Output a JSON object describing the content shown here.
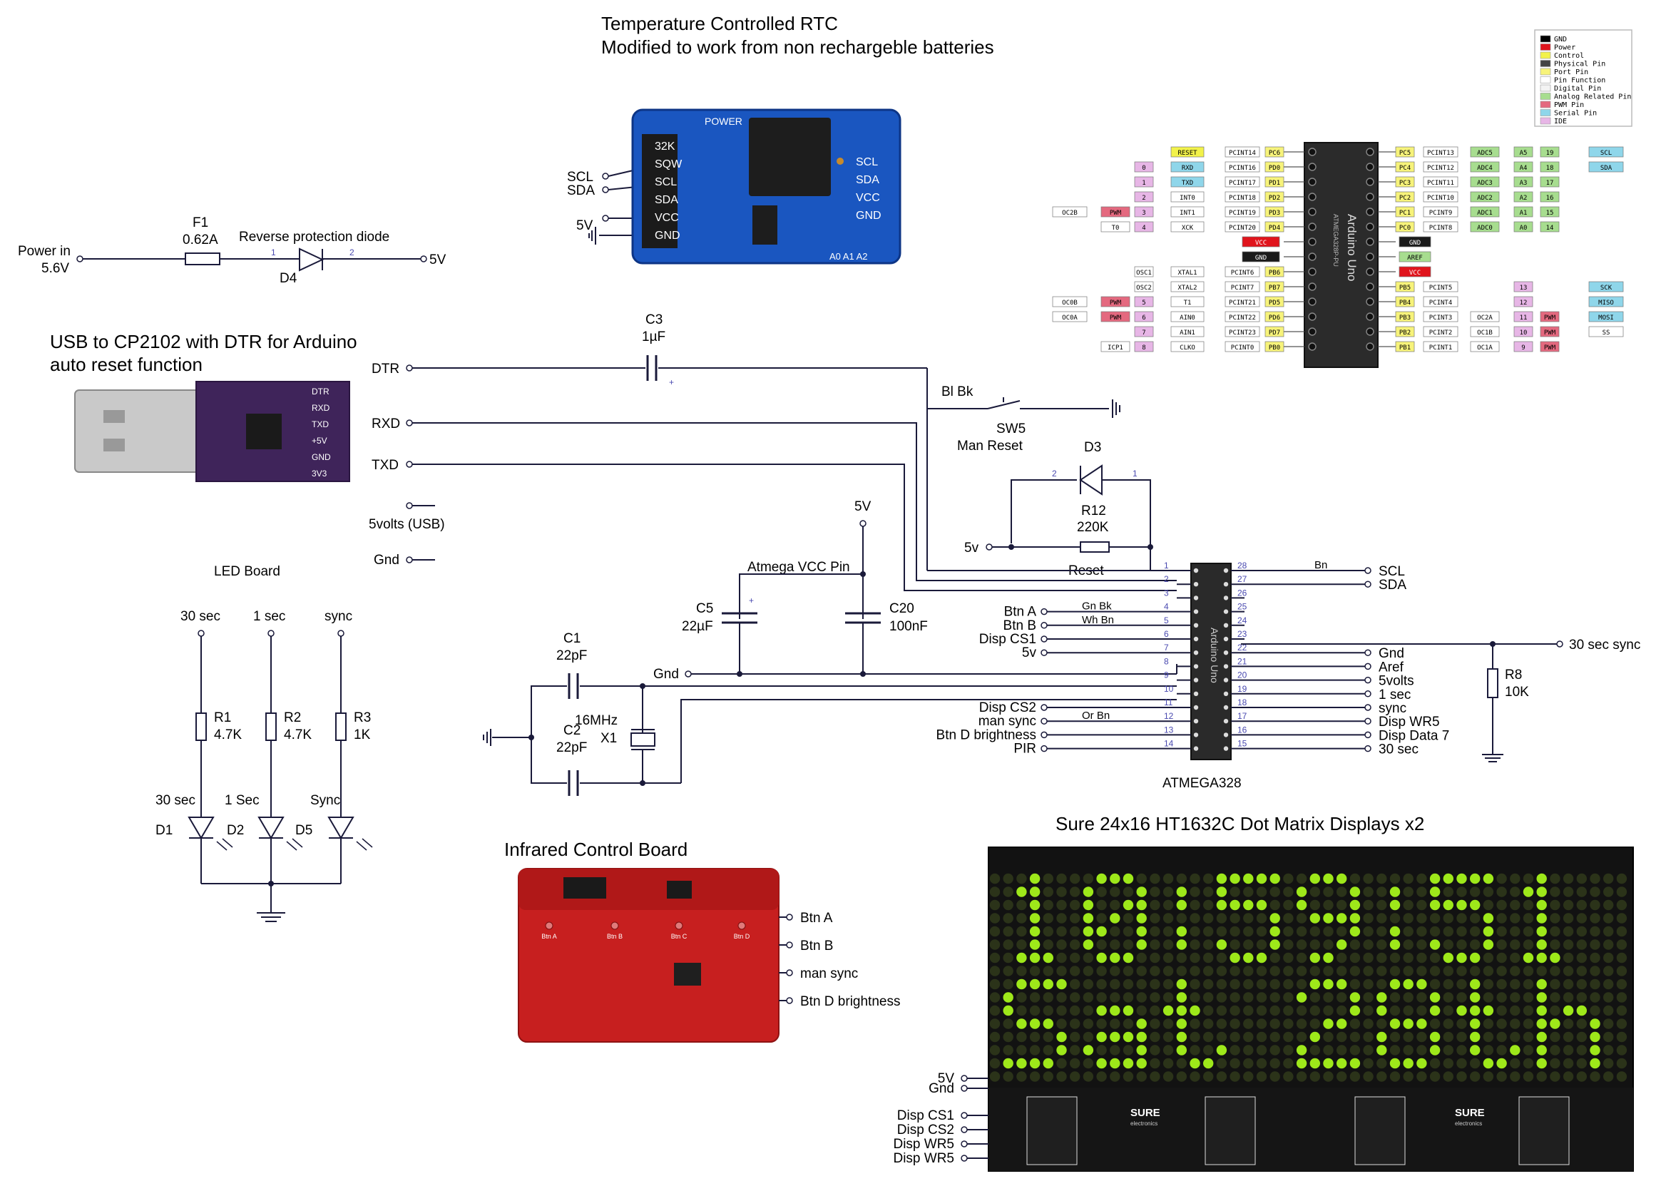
{
  "titles": {
    "rtc_line1": "Temperature Controlled RTC",
    "rtc_line2": "Modified to work from non rechargeble batteries",
    "usb_line1": "USB to CP2102 with DTR for Arduino",
    "usb_line2": "auto reset function",
    "led_board": "LED Board",
    "ir_board": "Infrared Control Board",
    "display": "Sure 24x16 HT1632C Dot Matrix Displays x2",
    "mcu": "ATMEGA328"
  },
  "power": {
    "in_line1": "Power in",
    "in_line2": "5.6V",
    "fuse_ref": "F1",
    "fuse_val": "0.62A",
    "diode_desc": "Reverse protection diode",
    "diode_ref": "D4",
    "pin1": "1",
    "pin2": "2",
    "out": "5V"
  },
  "rtc": {
    "nets": [
      "SCL",
      "SDA",
      "5V"
    ],
    "board_pins_left": [
      "32K",
      "SQW",
      "SCL",
      "SDA",
      "VCC",
      "GND"
    ],
    "board_pins_right": [
      "SCL",
      "SDA",
      "VCC",
      "GND"
    ],
    "power_label": "POWER",
    "addr_label": "A0 A1 A2"
  },
  "usb": {
    "nets": [
      "DTR",
      "RXD",
      "TXD",
      "5volts (USB)",
      "Gnd"
    ],
    "board_pins": [
      "DTR",
      "RXD",
      "TXD",
      "+5V",
      "GND",
      "3V3"
    ]
  },
  "reset": {
    "c3_ref": "C3",
    "c3_val": "1µF",
    "plus": "+",
    "net_color": "Bl Bk",
    "sw_ref": "SW5",
    "sw_desc": "Man Reset",
    "d3_ref": "D3",
    "d3_pin2": "2",
    "d3_pin1": "1",
    "r12_ref": "R12",
    "r12_val": "220K",
    "v5": "5v",
    "reset_label": "Reset"
  },
  "supply": {
    "v5": "5V",
    "vcc_pin": "Atmega VCC Pin",
    "c5_ref": "C5",
    "c5_val": "22µF",
    "c20_ref": "C20",
    "c20_val": "100nF",
    "gnd": "Gnd"
  },
  "crystal": {
    "c1_ref": "C1",
    "c1_val": "22pF",
    "c2_ref": "C2",
    "c2_val": "22pF",
    "x1_freq": "16MHz",
    "x1_ref": "X1"
  },
  "mcu": {
    "chip_text": "Arduino Uno",
    "chip_sub": "ATMEGA328",
    "left_pins": [
      "1",
      "2",
      "3",
      "4",
      "5",
      "6",
      "7",
      "8",
      "9",
      "10",
      "11",
      "12",
      "13",
      "14"
    ],
    "right_pins": [
      "28",
      "27",
      "26",
      "25",
      "24",
      "23",
      "22",
      "21",
      "20",
      "19",
      "18",
      "17",
      "16",
      "15"
    ],
    "left_nets": [
      {
        "pin": "4",
        "wire": "Gn Bk",
        "net": "Btn A"
      },
      {
        "pin": "5",
        "wire": "Wh Bn",
        "net": "Btn B"
      },
      {
        "pin": "6",
        "wire": "",
        "net": "Disp CS1"
      },
      {
        "pin": "7",
        "wire": "",
        "net": "5v"
      },
      {
        "pin": "11",
        "wire": "",
        "net": "Disp CS2"
      },
      {
        "pin": "12",
        "wire": "Or Bn",
        "net": "man sync"
      },
      {
        "pin": "13",
        "wire": "",
        "net": "Btn D brightness"
      },
      {
        "pin": "14",
        "wire": "",
        "net": "PIR"
      }
    ],
    "right_nets": [
      {
        "pin": "28",
        "wire": "Bn",
        "net": "SCL"
      },
      {
        "pin": "27",
        "wire": "",
        "net": "SDA"
      },
      {
        "pin": "22",
        "wire": "",
        "net": "Gnd"
      },
      {
        "pin": "21",
        "wire": "",
        "net": "Aref"
      },
      {
        "pin": "20",
        "wire": "",
        "net": "5volts"
      },
      {
        "pin": "19",
        "wire": "",
        "net": "1 sec"
      },
      {
        "pin": "18",
        "wire": "",
        "net": "sync"
      },
      {
        "pin": "17",
        "wire": "",
        "net": "Disp WR5"
      },
      {
        "pin": "16",
        "wire": "",
        "net": "Disp Data 7"
      },
      {
        "pin": "15",
        "wire": "",
        "net": "30 sec"
      }
    ]
  },
  "sync_branch": {
    "net": "30 sec sync",
    "r8_ref": "R8",
    "r8_val": "10K"
  },
  "leds": {
    "nets": [
      "30 sec",
      "1 sec",
      "sync"
    ],
    "r_refs": [
      "R1",
      "R2",
      "R3"
    ],
    "r_vals": [
      "4.7K",
      "4.7K",
      "1K"
    ],
    "led_labels": [
      "30 sec",
      "1 Sec",
      "Sync"
    ],
    "d_refs": [
      "D1",
      "D2",
      "D5"
    ]
  },
  "ir": {
    "buttons": [
      "Btn A",
      "Btn B",
      "Btn C",
      "Btn D"
    ],
    "nets": [
      "Btn A",
      "Btn B",
      "man sync",
      "Btn D brightness"
    ]
  },
  "display": {
    "power_nets": [
      "5V",
      "Gnd"
    ],
    "signal_nets": [
      "Disp CS1",
      "Disp CS2",
      "Disp WR5",
      "Disp WR5"
    ],
    "panel_text": "10:59:51 Sat 28th",
    "brand": "SURE",
    "brand_sub": "electronics",
    "led_color": "#9ee81a",
    "dim_color": "#2b3319"
  },
  "legend": {
    "items": [
      {
        "label": "GND",
        "color": "#000000"
      },
      {
        "label": "Power",
        "color": "#e0141c"
      },
      {
        "label": "Control",
        "color": "#f2f24a"
      },
      {
        "label": "Physical Pin",
        "color": "#444444"
      },
      {
        "label": "Port Pin",
        "color": "#f7f37a"
      },
      {
        "label": "Pin Function",
        "color": "#ffffff"
      },
      {
        "label": "Digital Pin",
        "color": "#f3f3f3"
      },
      {
        "label": "Analog Related Pin",
        "color": "#a7dd8f"
      },
      {
        "label": "PWM Pin",
        "color": "#e4697f"
      },
      {
        "label": "Serial Pin",
        "color": "#8fd6ea"
      },
      {
        "label": "IDE",
        "color": "#e7b6e6"
      }
    ]
  },
  "pinout": {
    "chip_label": "Arduino Uno",
    "chip_sub": "ATMEGA328P-PU",
    "left_rows": [
      {
        "c": [
          "",
          "",
          "",
          "RESET",
          "PCINT14",
          "PC6"
        ]
      },
      {
        "c": [
          "",
          "",
          "0",
          "RXD",
          "PCINT16",
          "PD0"
        ]
      },
      {
        "c": [
          "",
          "",
          "1",
          "TXD",
          "PCINT17",
          "PD1"
        ]
      },
      {
        "c": [
          "",
          "",
          "2",
          "INT0",
          "PCINT18",
          "PD2"
        ]
      },
      {
        "c": [
          "OC2B",
          "PWM",
          "3",
          "INT1",
          "PCINT19",
          "PD3"
        ]
      },
      {
        "c": [
          "",
          "T0",
          "4",
          "XCK",
          "PCINT20",
          "PD4"
        ]
      },
      {
        "c": [
          "",
          "",
          "",
          "",
          "VCC",
          ""
        ]
      },
      {
        "c": [
          "",
          "",
          "",
          "",
          "GND",
          ""
        ]
      },
      {
        "c": [
          "",
          "",
          "OSC1",
          "XTAL1",
          "PCINT6",
          "PB6"
        ]
      },
      {
        "c": [
          "",
          "",
          "OSC2",
          "XTAL2",
          "PCINT7",
          "PB7"
        ]
      },
      {
        "c": [
          "OC0B",
          "PWM",
          "5",
          "T1",
          "PCINT21",
          "PD5"
        ]
      },
      {
        "c": [
          "OC0A",
          "PWM",
          "6",
          "AIN0",
          "PCINT22",
          "PD6"
        ]
      },
      {
        "c": [
          "",
          "",
          "7",
          "AIN1",
          "PCINT23",
          "PD7"
        ]
      },
      {
        "c": [
          "",
          "ICP1",
          "8",
          "CLKO",
          "PCINT0",
          "PB0"
        ]
      }
    ],
    "right_rows": [
      {
        "c": [
          "PC5",
          "PCINT13",
          "ADC5",
          "A5",
          "19",
          "SCL"
        ]
      },
      {
        "c": [
          "PC4",
          "PCINT12",
          "ADC4",
          "A4",
          "18",
          "SDA"
        ]
      },
      {
        "c": [
          "PC3",
          "PCINT11",
          "ADC3",
          "A3",
          "17",
          ""
        ]
      },
      {
        "c": [
          "PC2",
          "PCINT10",
          "ADC2",
          "A2",
          "16",
          ""
        ]
      },
      {
        "c": [
          "PC1",
          "PCINT9",
          "ADC1",
          "A1",
          "15",
          ""
        ]
      },
      {
        "c": [
          "PC0",
          "PCINT8",
          "ADC0",
          "A0",
          "14",
          ""
        ]
      },
      {
        "c": [
          "GND",
          "",
          "",
          "",
          "",
          ""
        ]
      },
      {
        "c": [
          "AREF",
          "",
          "",
          "",
          "",
          ""
        ]
      },
      {
        "c": [
          "VCC",
          "",
          "",
          "",
          "",
          ""
        ]
      },
      {
        "c": [
          "PB5",
          "PCINT5",
          "",
          "13",
          "",
          "SCK"
        ]
      },
      {
        "c": [
          "PB4",
          "PCINT4",
          "",
          "12",
          "",
          "MISO"
        ]
      },
      {
        "c": [
          "PB3",
          "PCINT3",
          "OC2A",
          "11",
          "PWM",
          "MOSI"
        ]
      },
      {
        "c": [
          "PB2",
          "PCINT2",
          "OC1B",
          "10",
          "PWM",
          "SS"
        ]
      },
      {
        "c": [
          "PB1",
          "PCINT1",
          "OC1A",
          "9",
          "PWM",
          ""
        ]
      }
    ]
  }
}
